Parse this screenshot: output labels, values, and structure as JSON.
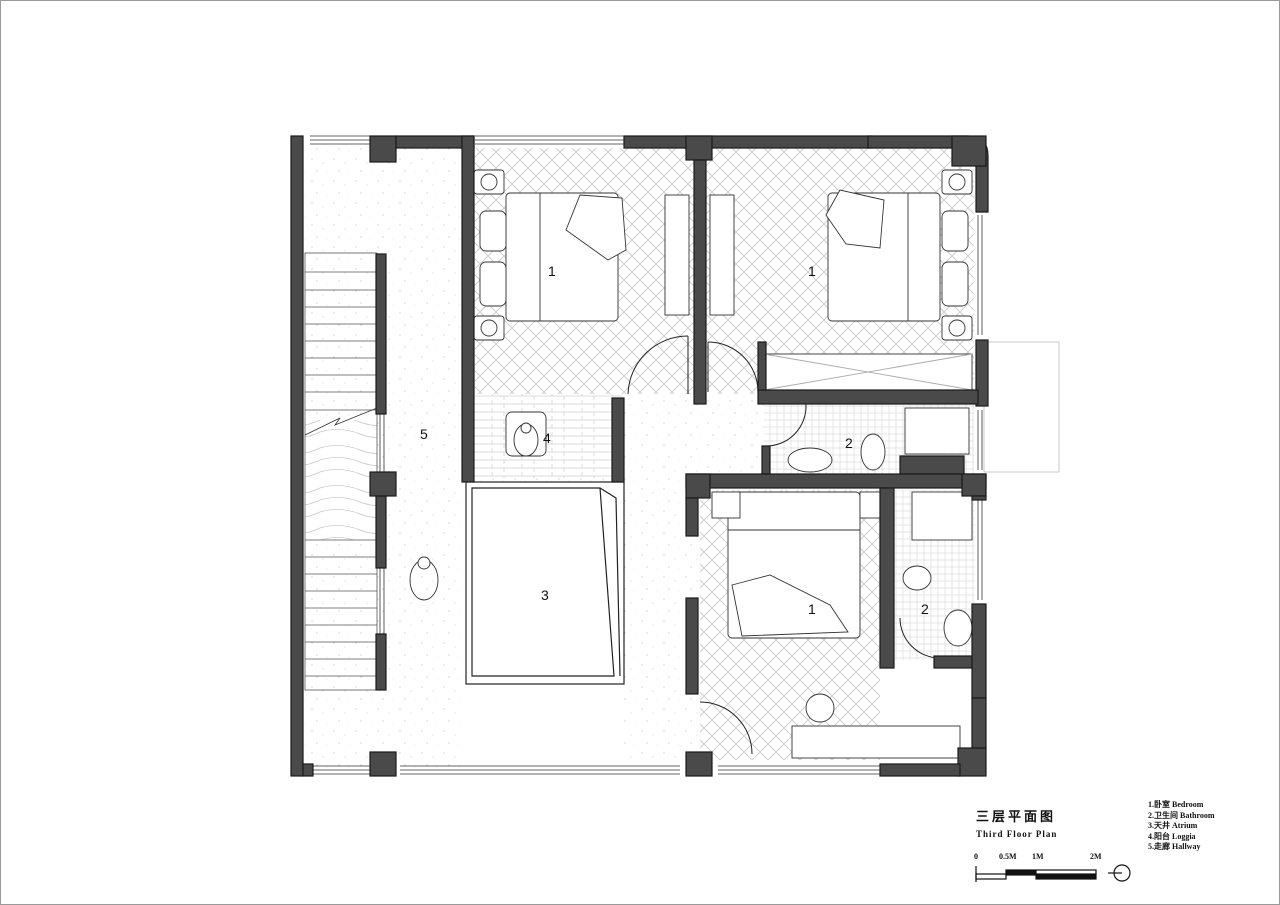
{
  "plan": {
    "title_cn": "三层平面图",
    "title_en": "Third Floor Plan",
    "room_numbers": {
      "bedroom_a": "1",
      "bedroom_b": "1",
      "bedroom_c": "1",
      "bathroom_a": "2",
      "bathroom_b": "2",
      "atrium": "3",
      "loggia": "4",
      "hallway": "5"
    },
    "legend": [
      "1.卧室  Bedroom",
      "2.卫生间  Bathroom",
      "3.天井  Atrium",
      "4.阳台  Loggia",
      "5.走廊  Hallway"
    ],
    "scale_bar": {
      "labels": [
        "0",
        "0.5M",
        "1M",
        "2M"
      ]
    },
    "north_arrow": "north-arrow-icon",
    "colors": {
      "wall": "#4a4a4a",
      "wall_edge": "#1a1a1a",
      "floor_pattern": "#d8d8d8",
      "line": "#222222"
    }
  }
}
